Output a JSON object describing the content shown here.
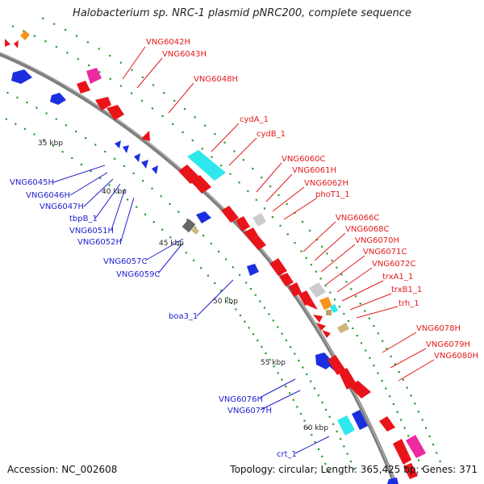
{
  "header": {
    "title": "Halobacterium sp. NRC-1 plasmid pNRC200, complete sequence"
  },
  "footer": {
    "accession": "Accession: NC_002608",
    "summary": "Topology: circular; Length: 365,425 bp; Genes: 371"
  },
  "colors": {
    "forward_label": "#e31a1c",
    "reverse_label": "#1f1fd0",
    "backbone": "#8c8c8c",
    "tick": "#2a9a2a"
  },
  "ruler": [
    "35 kbp",
    "40 kbp",
    "45 kbp",
    "50 kbp",
    "55 kbp",
    "60 kbp"
  ],
  "reverse_genes": [
    "VNG6045H",
    "VNG6046H",
    "VNG6047H",
    "tbpB_1",
    "VNG6051H",
    "VNG6052H",
    "VNG6057C",
    "VNG6059C",
    "boa3_1",
    "VNG6076H",
    "VNG6077H",
    "crt_1"
  ],
  "forward_genes": [
    "VNG6042H",
    "VNG6043H",
    "VNG6048H",
    "cydA_1",
    "cydB_1",
    "VNG6060C",
    "VNG6061H",
    "VNG6062H",
    "phoT1_1",
    "VNG6066C",
    "VNG6068C",
    "VNG6070H",
    "VNG6071C",
    "VNG6072C",
    "trxA1_1",
    "trxB1_1",
    "trh_1",
    "VNG6078H",
    "VNG6079H",
    "VNG6080H"
  ]
}
